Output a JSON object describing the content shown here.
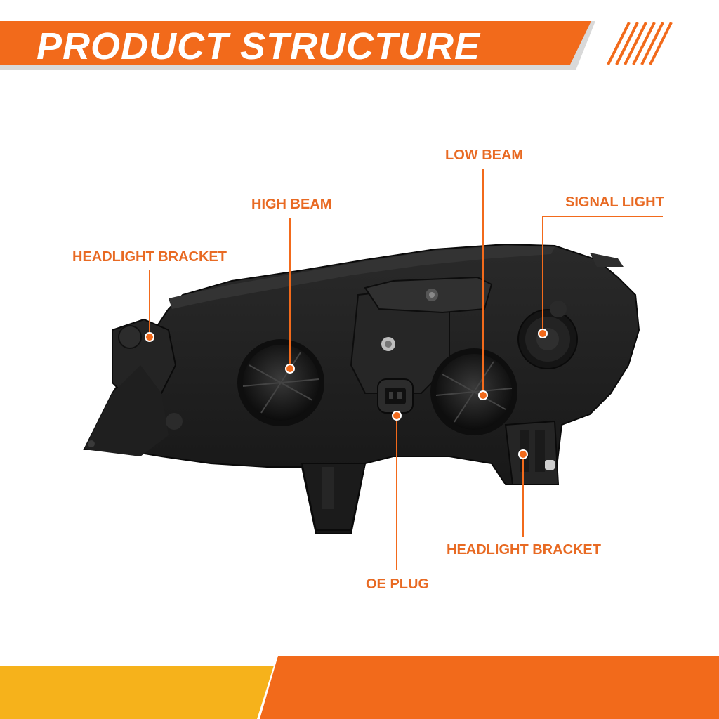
{
  "banner": {
    "title": "PRODUCT STRUCTURE"
  },
  "colors": {
    "accent": "#f26a1b",
    "accent_yellow": "#f6b21b",
    "banner_shadow": "#d9d9d9",
    "housing": "#1c1c1c",
    "housing_light": "#2e2e2e"
  },
  "callouts": {
    "headlight_bracket_left": "HEADLIGHT BRACKET",
    "high_beam": "HIGH BEAM",
    "low_beam": "LOW BEAM",
    "signal_light": "SIGNAL LIGHT",
    "oe_plug": "OE PLUG",
    "headlight_bracket_right": "HEADLIGHT BRACKET"
  }
}
